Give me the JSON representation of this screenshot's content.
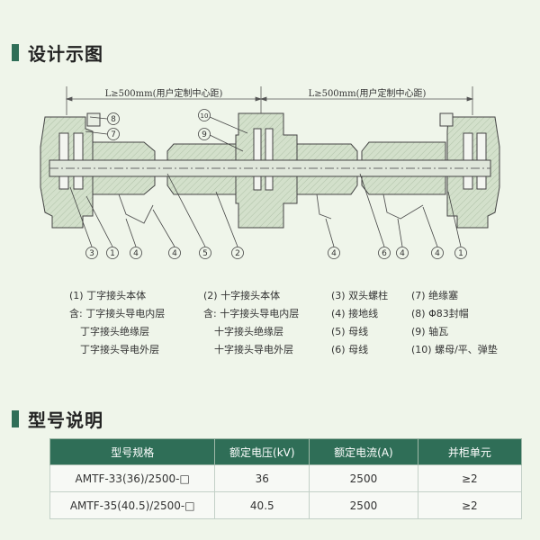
{
  "sections": {
    "design_title": "设计示图",
    "model_title": "型号说明"
  },
  "drawing": {
    "dimension_left": "L≥500mm(用户定制中心距)",
    "dimension_right": "L≥500mm(用户定制中心距)",
    "callouts": {
      "c8": "8",
      "c7": "7",
      "c10": "10",
      "c9": "9",
      "b3": "3",
      "b1a": "1",
      "b4a": "4",
      "b4b": "4",
      "b5": "5",
      "b2": "2",
      "b4c": "4",
      "b6": "6",
      "b4d": "4",
      "b4e": "4",
      "b1b": "1"
    }
  },
  "legend": {
    "col1": [
      "(1) 丁字接头本体",
      "含: 丁字接头导电内层",
      "丁字接头绝缘层",
      "丁字接头导电外层"
    ],
    "col2": [
      "(2) 十字接头本体",
      "含: 十字接头导电内层",
      "十字接头绝缘层",
      "十字接头导电外层"
    ],
    "col3": [
      "(3) 双头螺柱",
      "(4) 接地线",
      "(5) 母线",
      "(6) 母线"
    ],
    "col4": [
      "(7) 绝缘塞",
      "(8) Φ83封帽",
      "(9) 轴瓦",
      "(10) 螺母/平、弹垫"
    ]
  },
  "table": {
    "headers": [
      "型号规格",
      "额定电压(kV)",
      "额定电流(A)",
      "并柜单元"
    ],
    "rows": [
      [
        "AMTF-33(36)/2500-□",
        "36",
        "2500",
        "≥2"
      ],
      [
        "AMTF-35(40.5)/2500-□",
        "40.5",
        "2500",
        "≥2"
      ]
    ]
  },
  "colors": {
    "accent": "#2f6e57",
    "background": "#eff5ea",
    "drawing_fill": "#cfddc7"
  }
}
